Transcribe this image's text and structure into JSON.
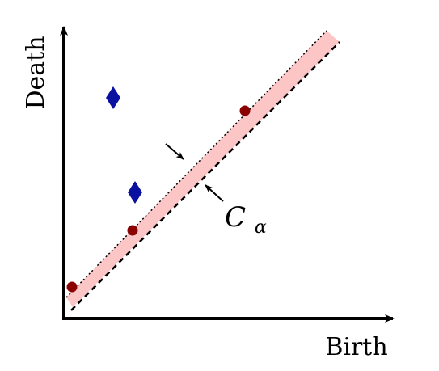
{
  "x_axis_label": "Birth",
  "y_axis_label": "Death",
  "band_label": "C",
  "band_label_subscript": "α",
  "colors": {
    "band_fill": "#fcc6c6",
    "band_points": "#8b0000",
    "outside_points": "#0a10a0",
    "axes": "#000000"
  },
  "legend_icons": {
    "band_point_shape": "circle",
    "outside_point_shape": "diamond"
  }
}
